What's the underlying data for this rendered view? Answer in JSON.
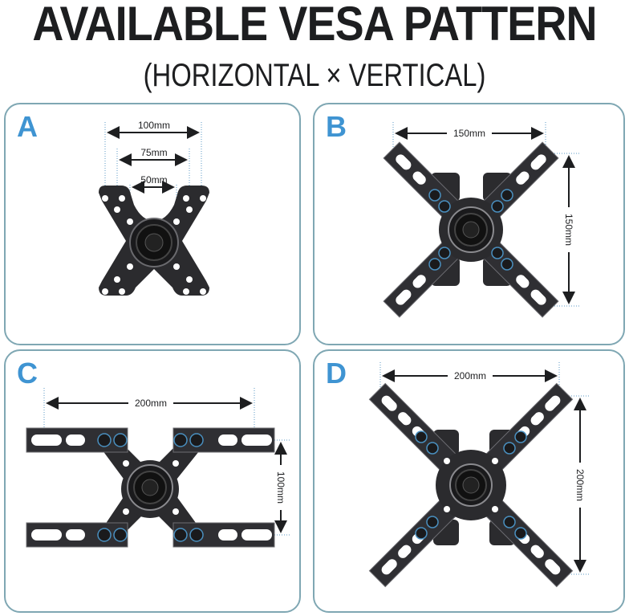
{
  "header": {
    "title": "AVAILABLE VESA PATTERN",
    "subtitle": "(HORIZONTAL × VERTICAL)"
  },
  "colors": {
    "title_text": "#1d1e20",
    "panel_border": "#7fa7b3",
    "panel_letter": "#3f94d2",
    "plate": "#2b2b2e",
    "guide_line": "#5b9ac4"
  },
  "panels": [
    {
      "letter": "A",
      "dimensions": {
        "horizontal": [
          "100mm",
          "75mm",
          "50mm"
        ]
      },
      "label_100": "100mm",
      "label_75": "75mm",
      "label_50": "50mm"
    },
    {
      "letter": "B",
      "dimensions": {
        "horizontal": "150mm",
        "vertical": "150mm"
      },
      "label_h": "150mm",
      "label_v": "150mm"
    },
    {
      "letter": "C",
      "dimensions": {
        "horizontal": "200mm",
        "vertical": "100mm"
      },
      "label_h": "200mm",
      "label_v": "100mm"
    },
    {
      "letter": "D",
      "dimensions": {
        "horizontal": "200mm",
        "vertical": "200mm"
      },
      "label_h": "200mm",
      "label_v": "200mm"
    }
  ]
}
